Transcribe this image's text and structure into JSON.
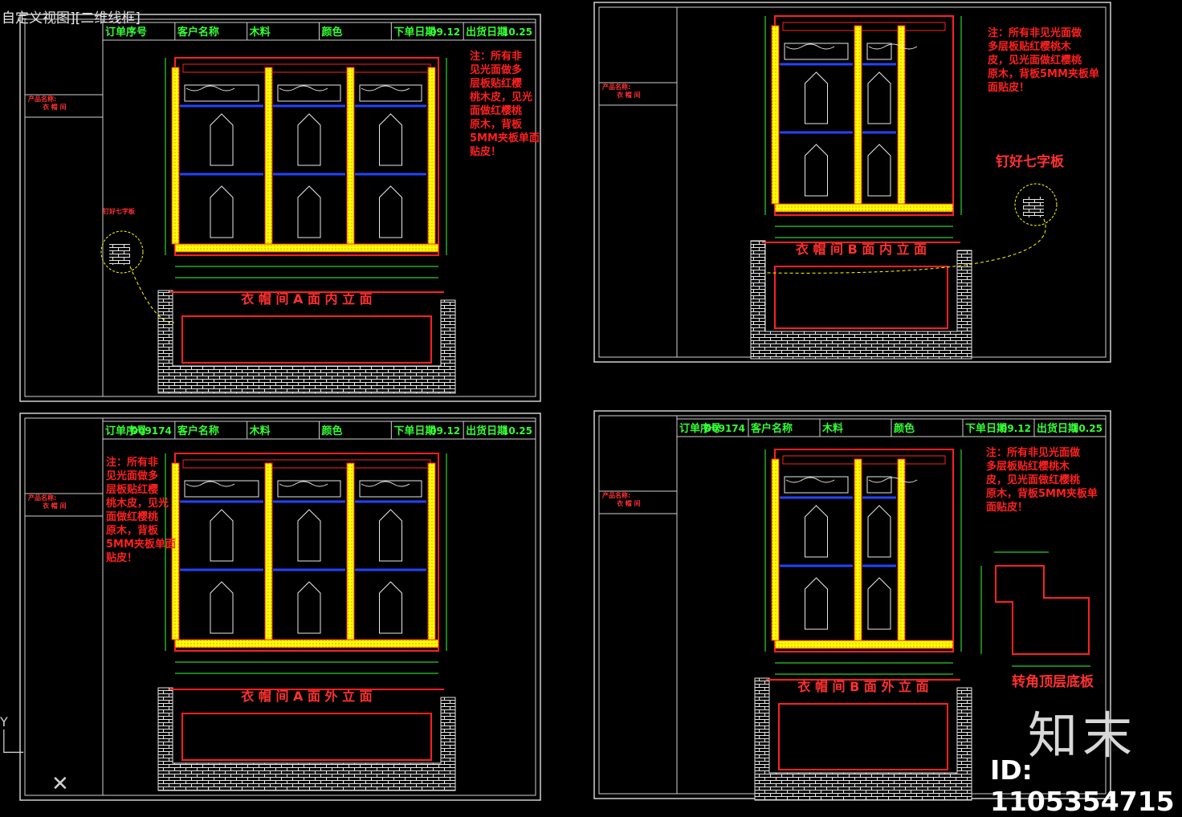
{
  "viewport_label": "自定义视图][二维线框]",
  "colors": {
    "line": "#ff2020",
    "frame": "#cfcfcf",
    "hatch": "#e8e8e8",
    "panel": "#ffff00",
    "dim": "#33ff33",
    "shelf": "#2244ff",
    "note": "#ff2020",
    "title": "#ff3030"
  },
  "sheets": [
    {
      "header": [
        {
          "label": "订单序号",
          "value": ""
        },
        {
          "label": "客户名称",
          "value": ""
        },
        {
          "label": "木料",
          "value": ""
        },
        {
          "label": "颜色",
          "value": ""
        },
        {
          "label": "下单日期",
          "value": "09.12"
        },
        {
          "label": "出货日期",
          "value": "10.25"
        }
      ],
      "product_label": "产品名称:",
      "product_value": "衣 帽 间",
      "note": [
        "注：所有非",
        "见光面做多",
        "层板贴红樱",
        "桃木皮，见光",
        "面做红樱桃",
        "原木，背板",
        "5MM夹板单面",
        "贴皮！"
      ],
      "title": "衣 帽 间 A 面 内 立 面",
      "callout": "钉好七字板"
    },
    {
      "header": [],
      "product_label": "产品名称:",
      "product_value": "衣 帽 间",
      "note": [
        "注：所有非见光面做",
        "多层板贴红樱桃木",
        "皮，见光面做红樱桃",
        "原木，背板5MM夹板单",
        "面贴皮！"
      ],
      "title": "衣 帽 间 B 面 内 立 面",
      "callout": "钉好七字板"
    },
    {
      "header": [
        {
          "label": "订单序号",
          "value": "D09174"
        },
        {
          "label": "客户名称",
          "value": ""
        },
        {
          "label": "木料",
          "value": ""
        },
        {
          "label": "颜色",
          "value": ""
        },
        {
          "label": "下单日期",
          "value": "09.12"
        },
        {
          "label": "出货日期",
          "value": "10.25"
        }
      ],
      "product_label": "产品名称:",
      "product_value": "衣 帽 间",
      "note": [
        "注：所有非",
        "见光面做多",
        "层板贴红樱",
        "桃木皮，见光",
        "面做红樱桃",
        "原木，背板",
        "5MM夹板单面",
        "贴皮！"
      ],
      "title": "衣 帽 间 A 面 外 立 面",
      "callout": ""
    },
    {
      "header": [
        {
          "label": "订单序号",
          "value": "D09174"
        },
        {
          "label": "客户名称",
          "value": ""
        },
        {
          "label": "木料",
          "value": ""
        },
        {
          "label": "颜色",
          "value": ""
        },
        {
          "label": "下单日期",
          "value": "09.12"
        },
        {
          "label": "出货日期",
          "value": "10.25"
        }
      ],
      "product_label": "产品名称:",
      "product_value": "衣 帽 间",
      "note": [
        "注：所有非见光面做",
        "多层板贴红樱桃木",
        "皮，见光面做红樱桃",
        "原木，背板5MM夹板单",
        "面贴皮！"
      ],
      "title": "衣 帽 间 B 面 外 立 面",
      "callout": "转角顶层底板"
    }
  ],
  "watermark": {
    "logo": "知末",
    "id": "ID: 1105354715"
  }
}
